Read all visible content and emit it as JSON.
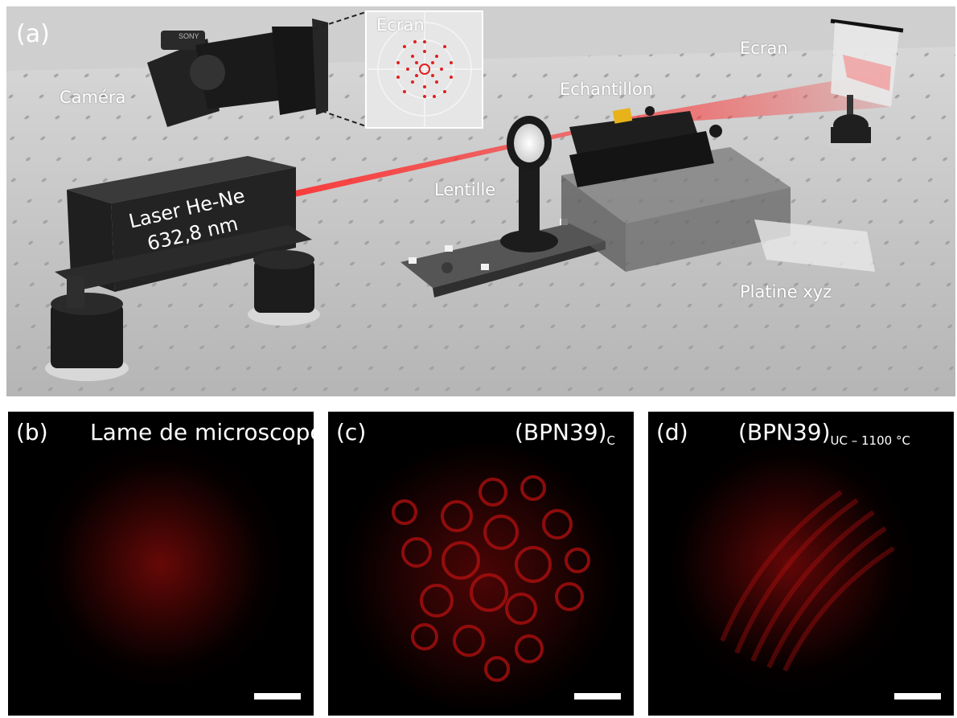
{
  "panel_a": {
    "letter": "(a)",
    "labels": {
      "camera": "Caméra",
      "screen_inset": "Ecran",
      "screen": "Ecran",
      "sample": "Echantillon",
      "lens": "Lentille",
      "stage": "Platine xyz"
    },
    "laser": {
      "line1": "Laser He-Ne",
      "line2": "632,8 nm"
    },
    "camera_brand": "SONY"
  },
  "panel_b": {
    "letter": "(b)",
    "title": "Lame de microscope"
  },
  "panel_c": {
    "letter": "(c)",
    "title_main": "(BPN39)",
    "title_sub": "C"
  },
  "panel_d": {
    "letter": "(d)",
    "title_main": "(BPN39)",
    "title_sub": "UC – 1100 °C"
  },
  "colors": {
    "laser_beam": "#e0141e",
    "speckle": "#c01010",
    "table": "#b9b9b9",
    "hole": "#9a9a9a"
  }
}
